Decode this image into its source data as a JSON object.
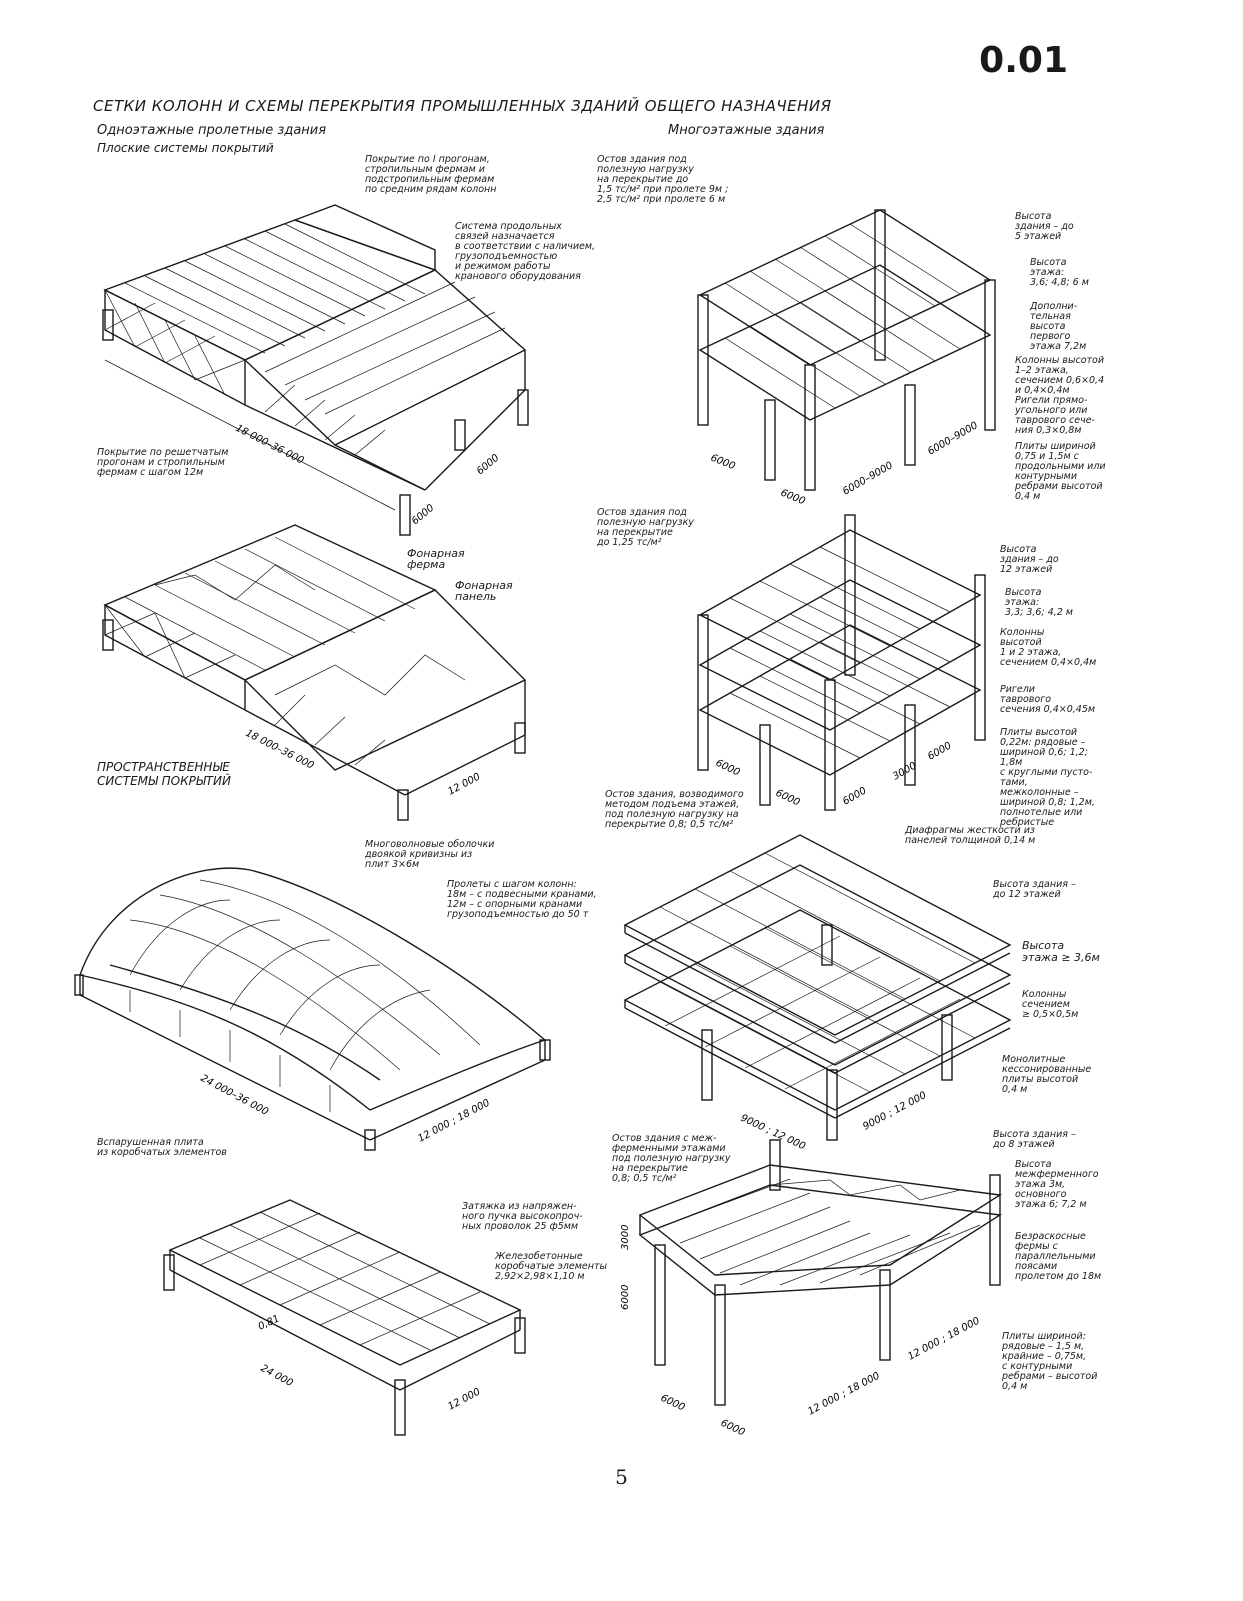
{
  "code": "0.01",
  "title": "СЕТКИ КОЛОНН И СХЕМЫ ПЕРЕКРЫТИЯ ПРОМЫШЛЕННЫХ ЗДАНИЙ ОБЩЕГО НАЗНАЧЕНИЯ",
  "left": {
    "heading": "Одноэтажные пролетные здания",
    "subheading": "Плоские системы покрытий",
    "fig1_note_top": "Покрытие по I прогонам,\nстропильным фермам и\nподстропильным фермам\nпо средним рядам колонн",
    "fig1_note_side": "Система продольных\nсвязей назначается\nв соответствии с наличием,\nгрузоподъемностью\nи режимом работы\nкранового оборудования",
    "fig1_note_left": "Покрытие по решетчатым\nпрогонам и стропильным\nфермам с шагом 12м",
    "fig1_dim_span": "18 000–36 000",
    "fig1_dim_a": "6000",
    "fig1_dim_b": "6000",
    "fig2_note_a": "Фонарная\nферма",
    "fig2_note_b": "Фонарная\nпанель",
    "fig2_dim_span": "18 000–36 000",
    "fig2_dim_a": "12 000",
    "space_heading": "ПРОСТРАНСТВЕННЫЕ\nСИСТЕМЫ ПОКРЫТИЙ",
    "fig3_note_top": "Многоволновые оболочки\nдвоякой кривизны из\nплит 3×6м",
    "fig3_note_side": "Пролеты с шагом колонн:\n18м – с подвесными кранами,\n12м – с опорными кранами\nгрузоподъемностью до 50 т",
    "fig3_dim_span": "24 000–36 000",
    "fig3_dim_a": "12 000 ; 18 000",
    "fig4_note_left": "Вспарушенная плита\nиз коробчатых элементов",
    "fig4_note_a": "Затяжка из напряжен-\nного пучка высокопроч-\nных проволок 25 ф5мм",
    "fig4_note_b": "Железобетонные\nкоробчатые элементы\n2,92×2,98×1,10 м",
    "fig4_dim_span": "24 000",
    "fig4_dim_a": "12 000",
    "fig4_dim_c": "0,81"
  },
  "right": {
    "heading": "Многоэтажные здания",
    "m1_note_top": "Остов здания под\nполезную нагрузку\nна перекрытие до\n1,5 тс/м² при пролете 9м ;\n2,5 тс/м² при пролете 6 м",
    "m1_notes": [
      "Высота\nздания – до\n5 этажей",
      "Высота\nэтажа:\n3,6; 4,8; 6 м",
      "Дополни-\nтельная\nвысота\nпервого\nэтажа 7,2м",
      "Колонны высотой\n1–2 этажа,\nсечением 0,6×0,4\nи 0,4×0,4м\nРигели прямо-\nугольного или\nтаврового сече-\nния 0,3×0,8м",
      "Плиты шириной\n0,75 и 1,5м с\nпродольными или\nконтурными\nребрами высотой\n0,4 м"
    ],
    "m1_dims": [
      "6000",
      "6000",
      "6000–9000",
      "6000–9000"
    ],
    "m2_note_top": "Остов здания под\nполезную нагрузку\nна перекрытие\nдо 1,25 тс/м²",
    "m2_notes": [
      "Высота\nздания – до\n12 этажей",
      "Высота\nэтажа:\n3,3; 3,6; 4,2 м",
      "Колонны\nвысотой\n1 и 2 этажа,\nсечением 0,4×0,4м",
      "Ригели\nтаврового\nсечения 0,4×0,45м",
      "Плиты высотой\n0,22м: рядовые –\nшириной 0,6; 1,2; 1,8м\nс круглыми пусто-\nтами,\nмежколонные –\nшириной 0,8; 1,2м,\nполнотелые или\nребристые"
    ],
    "m2_dims": [
      "6000",
      "6000",
      "6000",
      "3000",
      "6000"
    ],
    "m2_note_bottom": "Диафрагмы жесткости из\nпанелей толщиной 0,14 м",
    "m3_note_top": "Остов здания, возводимого\nметодом подъема этажей,\nпод полезную нагрузку на\nперекрытие 0,8; 0,5 тс/м²",
    "m3_notes": [
      "Высота здания –\nдо 12 этажей",
      "Высота\nэтажа ≥ 3,6м",
      "Колонны\nсечением\n≥ 0,5×0,5м",
      "Монолитные\nкессонированные\nплиты высотой\n0,4 м"
    ],
    "m3_dims": [
      "9000 ; 12 000",
      "9000 ; 12 000"
    ],
    "m4_note_top": "Остов здания с меж-\nферменными этажами\nпод полезную нагрузку\nна перекрытие\n0,8; 0,5 тс/м²",
    "m4_notes": [
      "Высота здания –\nдо 8 этажей",
      "Высота\nмежферменного\nэтажа 3м,\nосновного\nэтажа 6; 7,2 м",
      "Безраскосные\nфермы с\nпараллельными\nпоясами\nпролетом до 18м",
      "Плиты шириной:\nрядовые – 1,5 м,\nкрайние – 0,75м,\nс контурными\nребрами – высотой\n0,4 м"
    ],
    "m4_dims": [
      "6000",
      "6000",
      "12 000 ; 18 000",
      "12 000 ; 18 000",
      "3000",
      "6000"
    ]
  },
  "page_number": "5",
  "colors": {
    "ink": "#1a1a1a",
    "paper": "#ffffff"
  }
}
